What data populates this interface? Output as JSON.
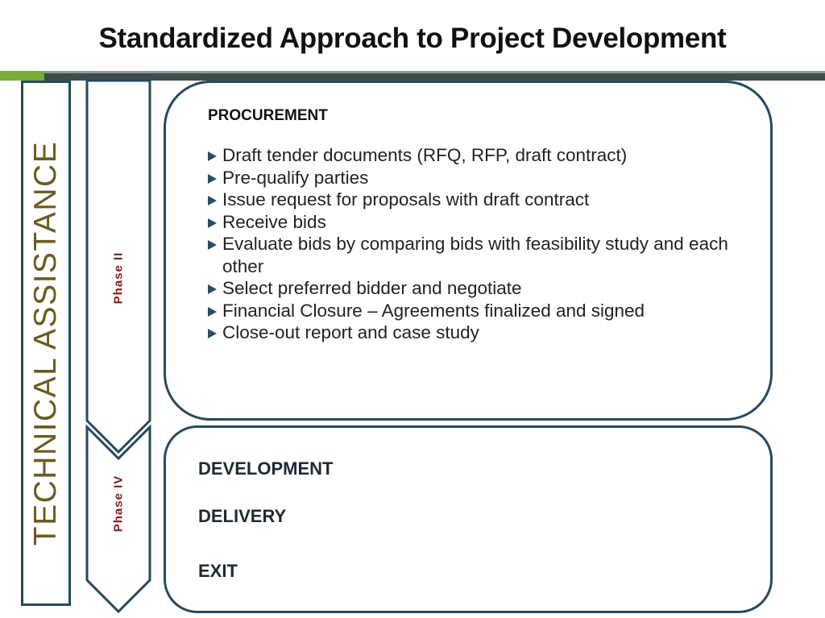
{
  "title": "Standardized Approach to Project Development",
  "side_label": "TECHNICAL ASSISTANCE",
  "phases": [
    "Phase II",
    "Phase IV"
  ],
  "procurement": {
    "heading": "PROCUREMENT",
    "items": [
      "Draft tender documents (RFQ, RFP, draft contract)",
      "Pre-qualify parties",
      "Issue request for proposals with draft contract",
      "Receive bids",
      "Evaluate bids by comparing bids with feasibility study and each other",
      "Select preferred bidder and negotiate",
      "Financial Closure – Agreements finalized and signed",
      "Close-out report and case study"
    ]
  },
  "stages": [
    "DEVELOPMENT",
    "DELIVERY",
    "EXIT"
  ],
  "colors": {
    "border": "#244a5e",
    "side_text": "#6b5b20",
    "phase_text": "#7b1e1e",
    "accent_green": "#7aa93c",
    "bar_dark": "#3f4a4d"
  }
}
